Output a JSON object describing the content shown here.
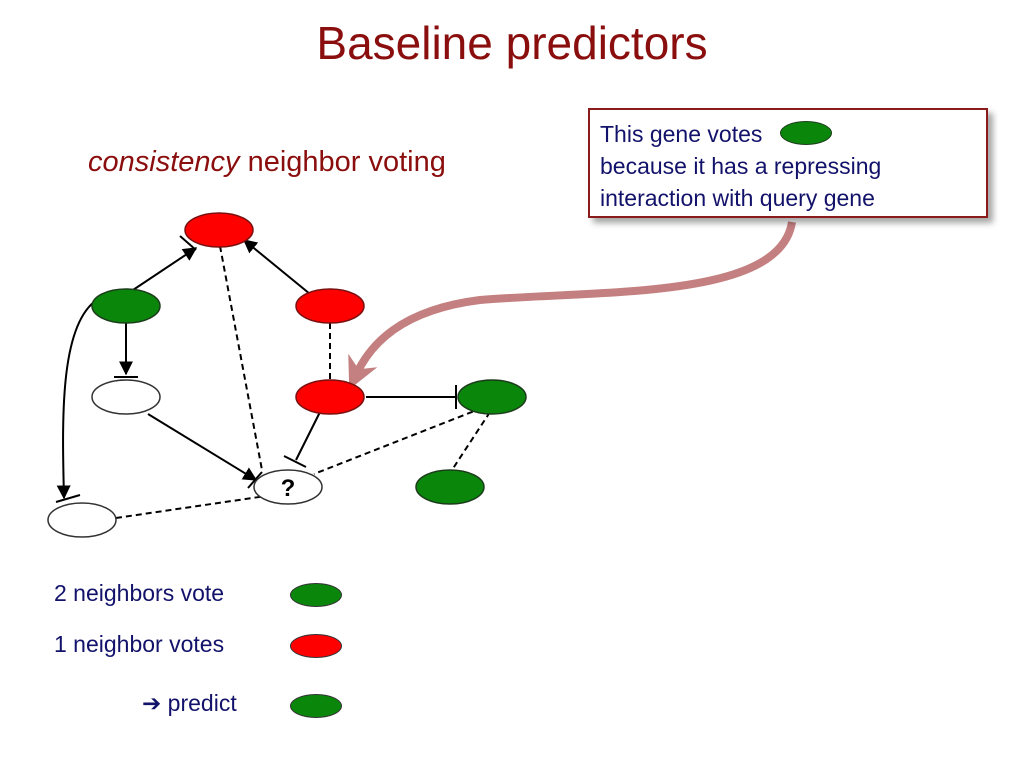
{
  "title": "Baseline predictors",
  "subtitle": {
    "italic": "consistency",
    "rest": " neighbor voting"
  },
  "callout": {
    "line1": "This gene votes",
    "line2": "because it has a repressing",
    "line3": "interaction with query gene"
  },
  "query_node_label": "?",
  "legend": {
    "row1": "2 neighbors vote",
    "row2": "1 neighbor votes",
    "row3_arrow": "➔",
    "row3": " predict"
  },
  "colors": {
    "title": "#8b0e0e",
    "text": "#12126b",
    "red_node": "#ff0000",
    "green_node": "#0a870a",
    "empty_node": "#ffffff",
    "callout_arrow": "#c48080"
  },
  "nodes": [
    {
      "id": "top-red",
      "color": "red"
    },
    {
      "id": "left-green",
      "color": "green"
    },
    {
      "id": "right-red-upper",
      "color": "red"
    },
    {
      "id": "left-empty",
      "color": "empty"
    },
    {
      "id": "center-red",
      "color": "red"
    },
    {
      "id": "right-green",
      "color": "green"
    },
    {
      "id": "query",
      "color": "empty"
    },
    {
      "id": "bottom-left-empty",
      "color": "empty"
    },
    {
      "id": "bottom-green",
      "color": "green"
    }
  ],
  "edges": [
    {
      "from": "left-green",
      "to": "top-red",
      "type": "activation"
    },
    {
      "from": "right-red-upper",
      "to": "top-red",
      "type": "activation"
    },
    {
      "from": "left-green",
      "to": "left-empty",
      "type": "activation"
    },
    {
      "from": "left-green",
      "to": "bottom-left-empty",
      "type": "activation"
    },
    {
      "from": "left-empty",
      "to": "query",
      "type": "activation"
    },
    {
      "from": "center-red",
      "to": "right-green",
      "type": "repression"
    },
    {
      "from": "center-red",
      "to": "query",
      "type": "repression"
    },
    {
      "from": "top-red",
      "to": "query",
      "type": "association"
    },
    {
      "from": "right-red-upper",
      "to": "center-red",
      "type": "association"
    },
    {
      "from": "right-green",
      "to": "query",
      "type": "association"
    },
    {
      "from": "right-green",
      "to": "bottom-green",
      "type": "association"
    },
    {
      "from": "bottom-left-empty",
      "to": "query",
      "type": "association"
    }
  ]
}
